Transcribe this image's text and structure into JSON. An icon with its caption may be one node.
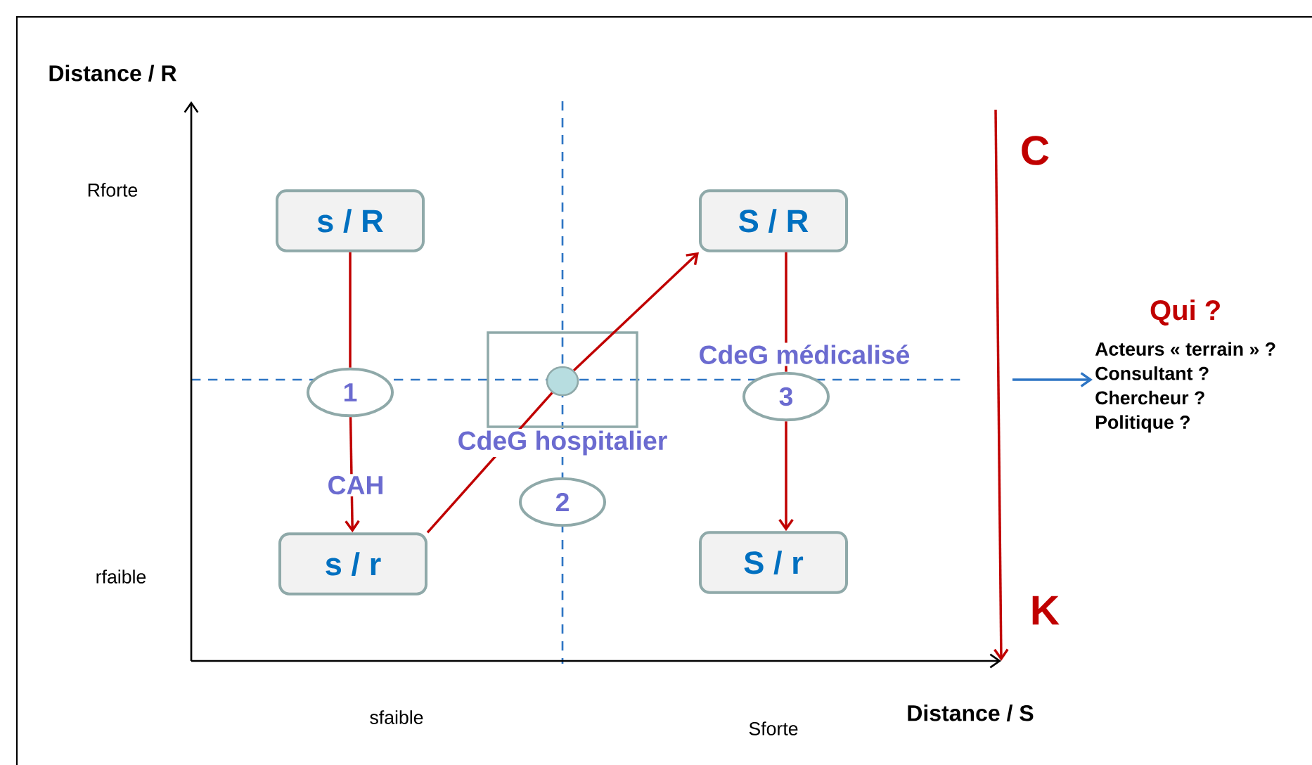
{
  "diagram": {
    "nodes": [
      {
        "text": [
          "s / R"
        ]
      },
      {
        "text": [
          "S / R"
        ]
      },
      {
        "text": [
          "s / r"
        ]
      },
      {
        "text": [
          "S / r"
        ]
      },
      {
        "text": [
          "1"
        ]
      },
      {
        "text": [
          "2"
        ]
      },
      {
        "text": [
          "3"
        ],
        "beside": [
          "CdeG médicalisé"
        ]
      },
      {
        "text": [],
        "shape": "box",
        "beside": [
          "CdeG hospitalier"
        ]
      },
      {
        "text": [],
        "shape": "circle",
        "in": 7
      },
      {
        "text": [
          "Qui ?",
          "Acteurs « terrain » ?",
          "Consultant ?",
          "Chercheur ?",
          "Politique ?"
        ]
      }
    ],
    "edges": [
      {
        "from": 0,
        "to": 4,
        "arrow": "none"
      },
      {
        "from": 4,
        "to": 2,
        "arrow": "to",
        "label": "CAH"
      },
      {
        "from": 2,
        "to": 8,
        "arrow": "none"
      },
      {
        "from": 8,
        "to": 1,
        "arrow": "to"
      },
      {
        "from": 1,
        "to": 6,
        "arrow": "none"
      },
      {
        "from": 6,
        "to": 3,
        "arrow": "to"
      },
      {
        "from": null,
        "to": 9,
        "arrow": "to",
        "color": "#2e75c4"
      }
    ],
    "labels": [
      "Distance / R",
      "Rforte",
      "C",
      "rfaible",
      "K",
      "sfaible",
      "Distance / S",
      "Sforte"
    ]
  }
}
